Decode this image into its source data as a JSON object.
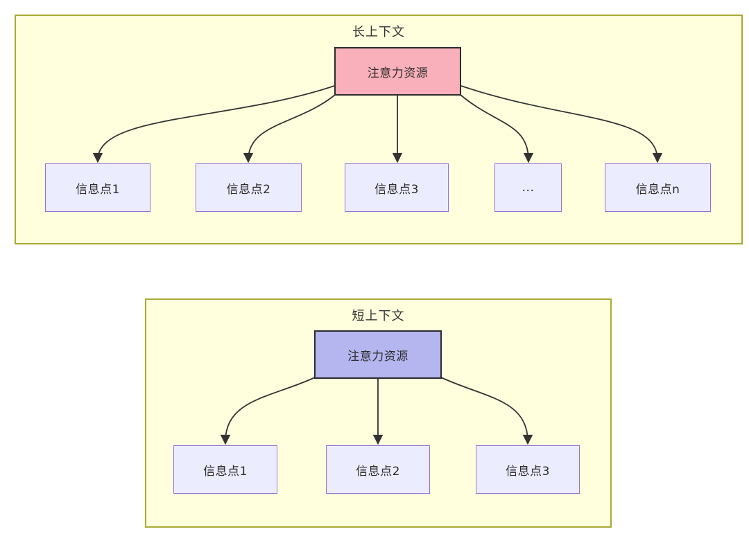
{
  "diagram": {
    "background": "#ffffff",
    "edge_color": "#333333",
    "container_style": {
      "fill": "#ffffde",
      "border": "#aaaa33"
    },
    "child_style": {
      "fill": "#ECECFF",
      "border": "#9370DB",
      "text": "#2b2b2b"
    },
    "sections": [
      {
        "id": "long-context",
        "title": "长上下文",
        "root": {
          "label": "注意力资源",
          "fill": "#F9B0BA",
          "border": "#2b2b2b"
        },
        "children": [
          {
            "label": "信息点1"
          },
          {
            "label": "信息点2"
          },
          {
            "label": "信息点3"
          },
          {
            "label": "..."
          },
          {
            "label": "信息点n"
          }
        ]
      },
      {
        "id": "short-context",
        "title": "短上下文",
        "root": {
          "label": "注意力资源",
          "fill": "#B5B5F0",
          "border": "#2b2b2b"
        },
        "children": [
          {
            "label": "信息点1"
          },
          {
            "label": "信息点2"
          },
          {
            "label": "信息点3"
          }
        ]
      }
    ]
  }
}
